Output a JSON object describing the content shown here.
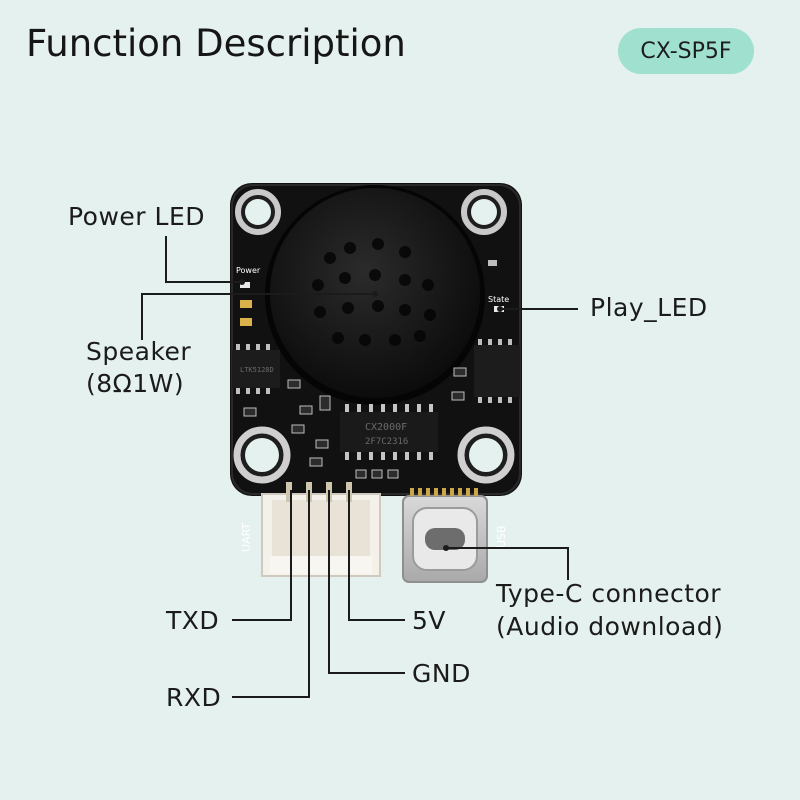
{
  "header": {
    "title": "Function Description",
    "model_badge": "CX-SP5F"
  },
  "labels": {
    "power_led": "Power LED",
    "speaker": "Speaker",
    "speaker_spec": "(8Ω1W)",
    "play_led": "Play_LED",
    "type_c": "Type-C connector",
    "type_c_note": "(Audio download)",
    "txd": "TXD",
    "rxd": "RXD",
    "gnd": "GND",
    "v5": "5V"
  },
  "board_silkscreen": {
    "power": "Power",
    "state": "State",
    "uart": "UART",
    "usb": "USB",
    "chip_main": "CX2000F",
    "chip_main_code": "2F7C2316",
    "chip_side": "LTK5128D"
  },
  "colors": {
    "background": "#e4f1ee",
    "badge": "#9fe0cf",
    "board": "#111111",
    "leader_line": "#1b1b1b"
  }
}
